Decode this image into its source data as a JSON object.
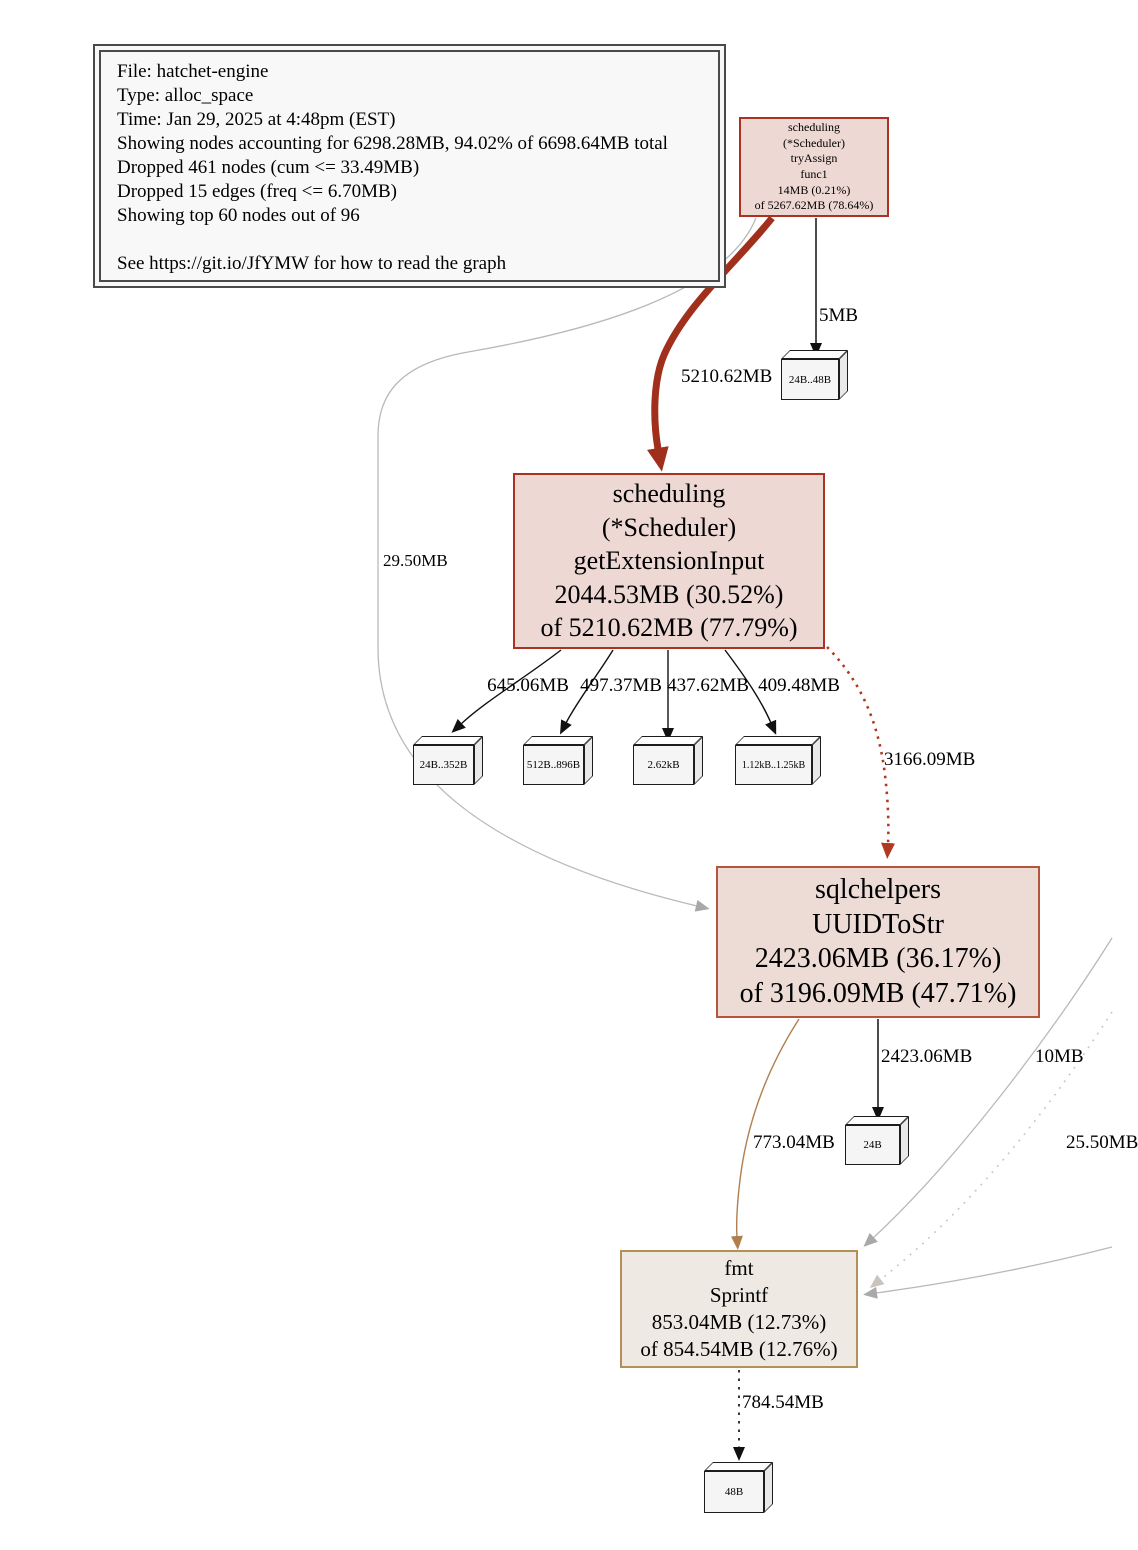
{
  "legend": {
    "lines": [
      "File: hatchet-engine",
      "Type: alloc_space",
      "Time: Jan 29, 2025 at 4:48pm (EST)",
      "Showing nodes accounting for 6298.28MB, 94.02% of 6698.64MB total",
      "Dropped 461 nodes (cum <= 33.49MB)",
      "Dropped 15 edges (freq <= 6.70MB)",
      "Showing top 60 nodes out of 96",
      "",
      "See https://git.io/JfYMW for how to read the graph"
    ]
  },
  "nodes": {
    "try_assign": {
      "lines": [
        "scheduling",
        "(*Scheduler)",
        "tryAssign",
        "func1",
        "14MB (0.21%)",
        "of 5267.62MB (78.64%)"
      ]
    },
    "get_extension_input": {
      "lines": [
        "scheduling",
        "(*Scheduler)",
        "getExtensionInput",
        "2044.53MB (30.52%)",
        "of 5210.62MB (77.79%)"
      ]
    },
    "uuid_to_str": {
      "lines": [
        "sqlchelpers",
        "UUIDToStr",
        "2423.06MB (36.17%)",
        "of 3196.09MB (47.71%)"
      ]
    },
    "fmt_sprintf": {
      "lines": [
        "fmt",
        "Sprintf",
        "853.04MB (12.73%)",
        "of 854.54MB (12.76%)"
      ]
    }
  },
  "leaf_boxes": {
    "alloc_24b_48b": "24B..48B",
    "alloc_24b_352b": "24B..352B",
    "alloc_512b_896b": "512B..896B",
    "alloc_2_62kb": "2.62kB",
    "alloc_1_12kb_1_25kb": "1.12kB..1.25kB",
    "alloc_24b": "24B",
    "alloc_48b": "48B"
  },
  "edges": {
    "tryassign_to_24b48b": "5MB",
    "tryassign_to_getext": "5210.62MB",
    "tryassign_to_uuid": "29.50MB",
    "getext_to_24b352b": "645.06MB",
    "getext_to_512b896b": "497.37MB",
    "getext_to_262kb": "437.62MB",
    "getext_to_112kb125kb": "409.48MB",
    "getext_to_uuid": "3166.09MB",
    "uuid_to_24b": "2423.06MB",
    "uuid_to_fmt": "773.04MB",
    "offscreen_to_fmt_solid": "10MB",
    "offscreen_to_fmt_dotted": "25.50MB",
    "fmt_to_48b": "784.54MB"
  },
  "colors": {
    "node_red_fill": "#edd8d4",
    "node_red_border": "#ab3220",
    "node_warm_border": "#b5553e",
    "node_tan_fill": "#eeeae3",
    "node_tan_border": "#b29058",
    "edge_red_thick": "#a0301c",
    "edge_red_dotted": "#b03a20",
    "edge_tan": "#b07f4e",
    "edge_gray": "#a9a9a9",
    "edge_gray_light": "#c9c4bc",
    "edge_black": "#111111",
    "leaf_box_fill": "#f5f5f5",
    "legend_fill": "#f8f8f8"
  }
}
